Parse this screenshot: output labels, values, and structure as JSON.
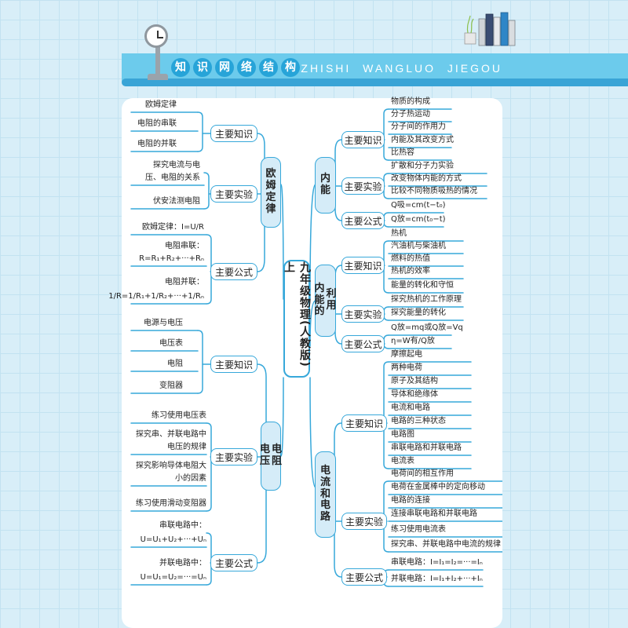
{
  "header": {
    "title_chars": [
      "知",
      "识",
      "网",
      "络",
      "结",
      "构"
    ],
    "pinyin": "ZHISHI WANGLUO JIEGOU"
  },
  "colors": {
    "accent": "#37a8da",
    "header": "#6ccbec",
    "cat_fill": "#d5ecf8"
  },
  "center": "九年级物理(人教版)上",
  "left": {
    "ohm": {
      "title_chars": [
        "欧",
        "姆",
        "定",
        "律"
      ],
      "zhishi": {
        "label": "主要知识",
        "items": [
          "欧姆定律",
          "电阻的串联",
          "电阻的并联"
        ]
      },
      "shiyan": {
        "label": "主要实验",
        "items": [
          "探究电流与电",
          "压、电阻的关系",
          "伏安法测电阻"
        ]
      },
      "gongshi": {
        "label": "主要公式",
        "items": [
          "欧姆定律：I=U/R",
          "电阻串联：",
          "R=R₁+R₂+···+Rₙ",
          "电阻并联：",
          "1/R=1/R₁+1/R₂+···+1/Rₙ"
        ]
      }
    },
    "voltage": {
      "title_chars": [
        "电",
        "压",
        "电",
        "阻"
      ],
      "zhishi": {
        "label": "主要知识",
        "items": [
          "电源与电压",
          "电压表",
          "电阻",
          "变阻器"
        ]
      },
      "shiyan": {
        "label": "主要实验",
        "items": [
          "练习使用电压表",
          "探究串、并联电路中",
          "电压的规律",
          "探究影响导体电阻大",
          "小的因素",
          "练习使用滑动变阻器"
        ]
      },
      "gongshi": {
        "label": "主要公式",
        "items": [
          "串联电路中：",
          "U=U₁+U₂+···+Uₙ",
          "并联电路中：",
          "U=U₁=U₂=···=Uₙ"
        ]
      }
    }
  },
  "right": {
    "internal": {
      "title_chars": [
        "内",
        "能"
      ],
      "zhishi": {
        "label": "主要知识",
        "items": [
          "物质的构成",
          "分子热运动",
          "分子间的作用力",
          "内能及其改变方式",
          "比热容"
        ]
      },
      "shiyan": {
        "label": "主要实验",
        "items": [
          "扩散和分子力实验",
          "改变物体内能的方式",
          "比较不同物质吸热的情况"
        ]
      },
      "gongshi": {
        "label": "主要公式",
        "items": [
          "Q吸=cm(t−t₀)",
          "Q放=cm(t₀−t)"
        ]
      }
    },
    "use": {
      "title_chars": [
        "内",
        "能",
        "的",
        "利",
        "用"
      ],
      "zhishi": {
        "label": "主要知识",
        "items": [
          "热机",
          "汽油机与柴油机",
          "燃料的热值",
          "热机的效率",
          "能量的转化和守恒"
        ]
      },
      "shiyan": {
        "label": "主要实验",
        "items": [
          "探究热机的工作原理",
          "探究能量的转化"
        ]
      },
      "gongshi": {
        "label": "主要公式",
        "items": [
          "Q放=mq或Q放=Vq",
          "η=W有/Q放"
        ]
      }
    },
    "circuit": {
      "title_chars": [
        "电",
        "流",
        "和",
        "电",
        "路"
      ],
      "zhishi": {
        "label": "主要知识",
        "items": [
          "摩擦起电",
          "两种电荷",
          "原子及其结构",
          "导体和绝缘体",
          "电流和电路",
          "电路的三种状态",
          "电路图",
          "串联电路和并联电路",
          "电流表"
        ]
      },
      "shiyan": {
        "label": "主要实验",
        "items": [
          "电荷间的相互作用",
          "电荷在金属棒中的定向移动",
          "电路的连接",
          "连接串联电路和并联电路",
          "练习使用电流表",
          "探究串、并联电路中电流的规律"
        ]
      },
      "gongshi": {
        "label": "主要公式",
        "items": [
          "串联电路：I=I₁=I₂=···=Iₙ",
          "并联电路：I=I₁+I₂+···+Iₙ"
        ]
      }
    }
  }
}
